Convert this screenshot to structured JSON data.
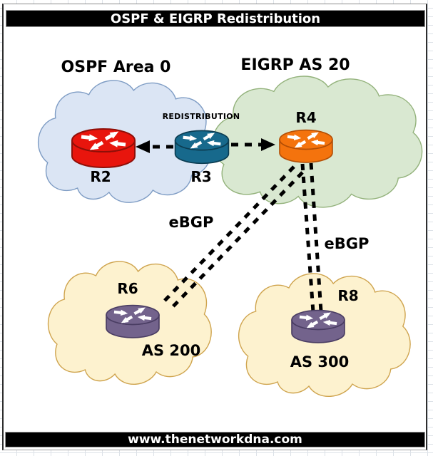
{
  "header": {
    "title": "OSPF & EIGRP Redistribution"
  },
  "footer": {
    "website": "www.thenetworkdna.com"
  },
  "clouds": [
    {
      "id": "ospf-area-0",
      "label": "OSPF Area 0",
      "fill": "#dbe5f4",
      "stroke": "#7e9cc4"
    },
    {
      "id": "eigrp-as-20",
      "label": "EIGRP AS 20",
      "fill": "#d9e8d1",
      "stroke": "#93b27b"
    },
    {
      "id": "as-200",
      "label": "AS 200",
      "fill": "#fdf2cf",
      "stroke": "#cfa44e"
    },
    {
      "id": "as-300",
      "label": "AS 300",
      "fill": "#fdf2cf",
      "stroke": "#cfa44e"
    }
  ],
  "routers": [
    {
      "id": "r2",
      "label": "R2",
      "fill": "#e8150d",
      "stroke": "#8f0f08"
    },
    {
      "id": "r3",
      "label": "R3",
      "fill": "#17698c",
      "stroke": "#0c3d52"
    },
    {
      "id": "r4",
      "label": "R4",
      "fill": "#f4730d",
      "stroke": "#b34e05"
    },
    {
      "id": "r6",
      "label": "R6",
      "fill": "#73638c",
      "stroke": "#4a3d63"
    },
    {
      "id": "r8",
      "label": "R8",
      "fill": "#73638c",
      "stroke": "#4a3d63"
    }
  ],
  "links": {
    "redistribution_label": "REDISTRIBUTION",
    "ebgp_left_label": "eBGP",
    "ebgp_right_label": "eBGP",
    "color": "#000000"
  }
}
